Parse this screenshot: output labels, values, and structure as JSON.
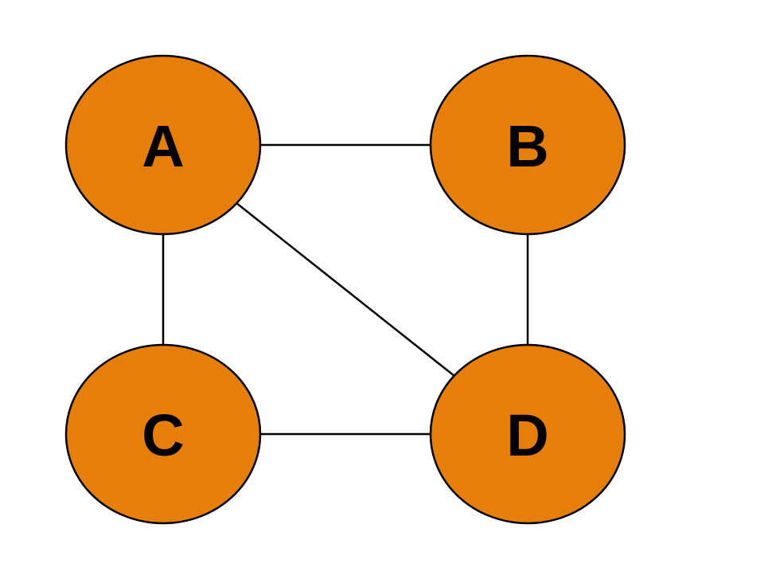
{
  "diagram": {
    "type": "undirected-graph",
    "node_color": "#E67E0A",
    "edge_color": "#000000",
    "nodes": [
      {
        "id": "A",
        "label": "A"
      },
      {
        "id": "B",
        "label": "B"
      },
      {
        "id": "C",
        "label": "C"
      },
      {
        "id": "D",
        "label": "D"
      }
    ],
    "edges": [
      {
        "from": "A",
        "to": "B"
      },
      {
        "from": "A",
        "to": "C"
      },
      {
        "from": "A",
        "to": "D"
      },
      {
        "from": "B",
        "to": "D"
      },
      {
        "from": "C",
        "to": "D"
      }
    ]
  }
}
